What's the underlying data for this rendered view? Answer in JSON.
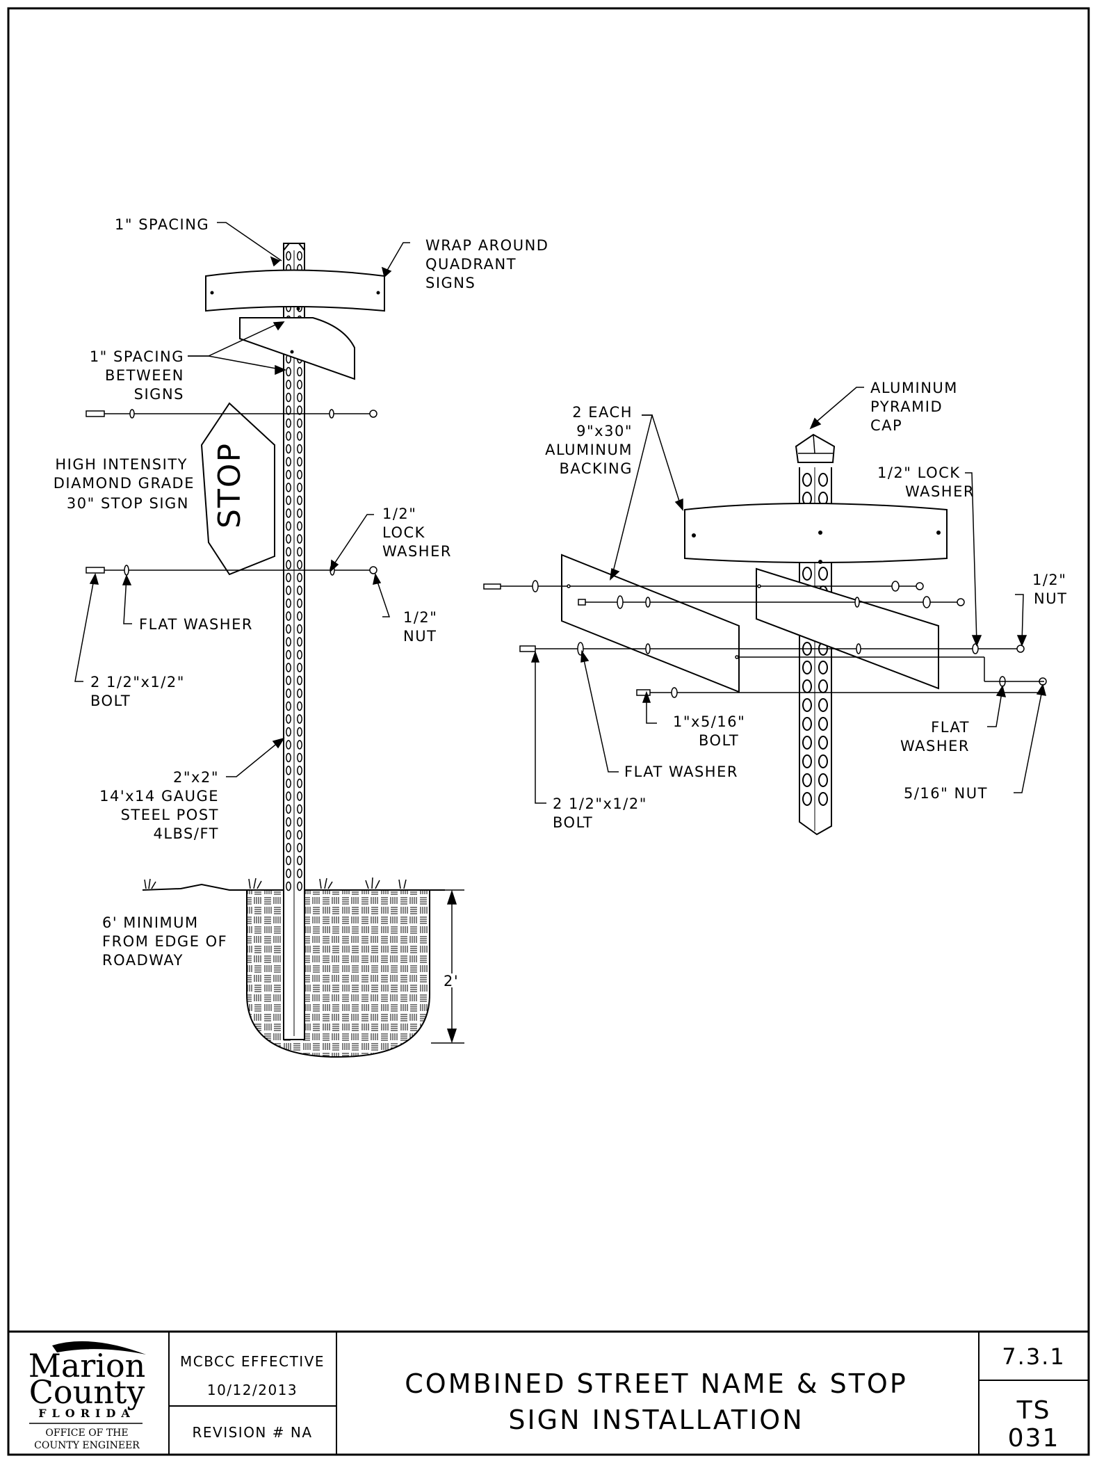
{
  "drawing": {
    "labels": {
      "spacing_1in": "1\" SPACING",
      "wrap_1": "WRAP AROUND",
      "wrap_2": "QUADRANT",
      "wrap_3": "SIGNS",
      "between_1": "1\" SPACING",
      "between_2": "BETWEEN",
      "between_3": "SIGNS",
      "stop_1": "HIGH INTENSITY",
      "stop_2": "DIAMOND GRADE",
      "stop_3": "30\" STOP SIGN",
      "stop_text": "STOP",
      "lock_1": "1/2\"",
      "lock_2": "LOCK",
      "lock_3": "WASHER",
      "flat_washer": "FLAT WASHER",
      "nut_1": "1/2\"",
      "nut_2": "NUT",
      "bolt_1": "2 1/2\"x1/2\"",
      "bolt_2": "BOLT",
      "post_1": "2\"x2\"",
      "post_2": "14'x14 GAUGE",
      "post_3": "STEEL POST",
      "post_4": "4LBS/FT",
      "min_1": "6' MINIMUM",
      "min_2": "FROM EDGE OF",
      "min_3": "ROADWAY",
      "depth": "2'",
      "cap_1": "ALUMINUM",
      "cap_2": "PYRAMID",
      "cap_3": "CAP",
      "backing_1": "2 EACH",
      "backing_2": "9\"x30\"",
      "backing_3": "ALUMINUM",
      "backing_4": "BACKING",
      "r_lock_1": "1/2\" LOCK",
      "r_lock_2": "WASHER",
      "r_nut_1": "1/2\"",
      "r_nut_2": "NUT",
      "small_bolt_1": "1\"x5/16\"",
      "small_bolt_2": "BOLT",
      "r_flat_washer": "FLAT WASHER",
      "r_flat_1": "FLAT",
      "r_flat_2": "WASHER",
      "r_nut_516": "5/16\" NUT",
      "r_bolt_1": "2 1/2\"x1/2\"",
      "r_bolt_2": "BOLT"
    }
  },
  "title_block": {
    "logo_line1": "Marion",
    "logo_line2": "County",
    "logo_line3": "FLORIDA",
    "logo_office_1": "OFFICE OF THE",
    "logo_office_2": "COUNTY ENGINEER",
    "effective_label": "MCBCC EFFECTIVE",
    "effective_date": "10/12/2013",
    "revision": "REVISION # NA",
    "title_line1": "COMBINED STREET NAME & STOP",
    "title_line2": "SIGN INSTALLATION",
    "section_number": "7.3.1",
    "sheet_code_1": "TS",
    "sheet_code_2": "031"
  }
}
